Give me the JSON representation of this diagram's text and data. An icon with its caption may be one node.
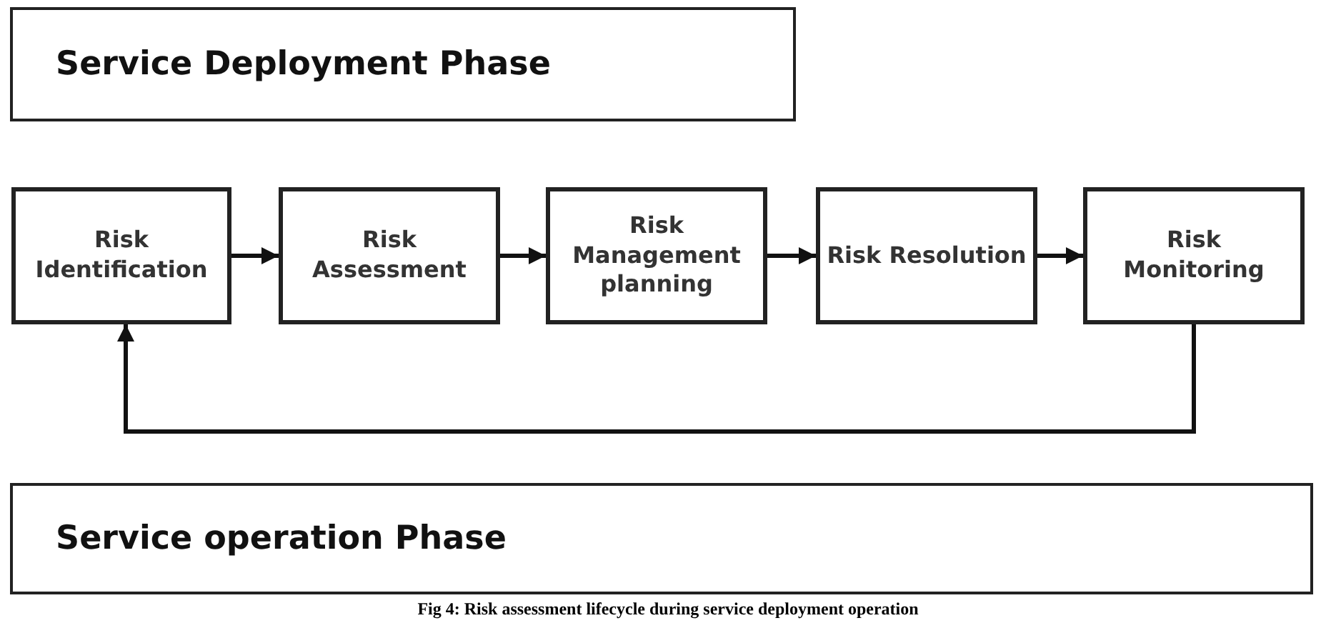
{
  "diagram": {
    "caption": "Fig 4: Risk assessment lifecycle during service deployment operation",
    "nodes": [
      {
        "text": [
          "Service Deployment Phase"
        ]
      },
      {
        "text": [
          "Risk Identification"
        ]
      },
      {
        "text": [
          "Risk Assessment"
        ]
      },
      {
        "text": [
          "Risk Management planning"
        ]
      },
      {
        "text": [
          "Risk Resolution"
        ]
      },
      {
        "text": [
          "Risk Monitoring"
        ]
      },
      {
        "text": [
          "Service operation Phase"
        ]
      }
    ],
    "edges": [
      {
        "from": 1,
        "to": 2,
        "arrow": "to"
      },
      {
        "from": 2,
        "to": 3,
        "arrow": "to"
      },
      {
        "from": 3,
        "to": 4,
        "arrow": "to"
      },
      {
        "from": 4,
        "to": 5,
        "arrow": "to"
      },
      {
        "from": 5,
        "to": 1,
        "arrow": "to"
      }
    ]
  }
}
